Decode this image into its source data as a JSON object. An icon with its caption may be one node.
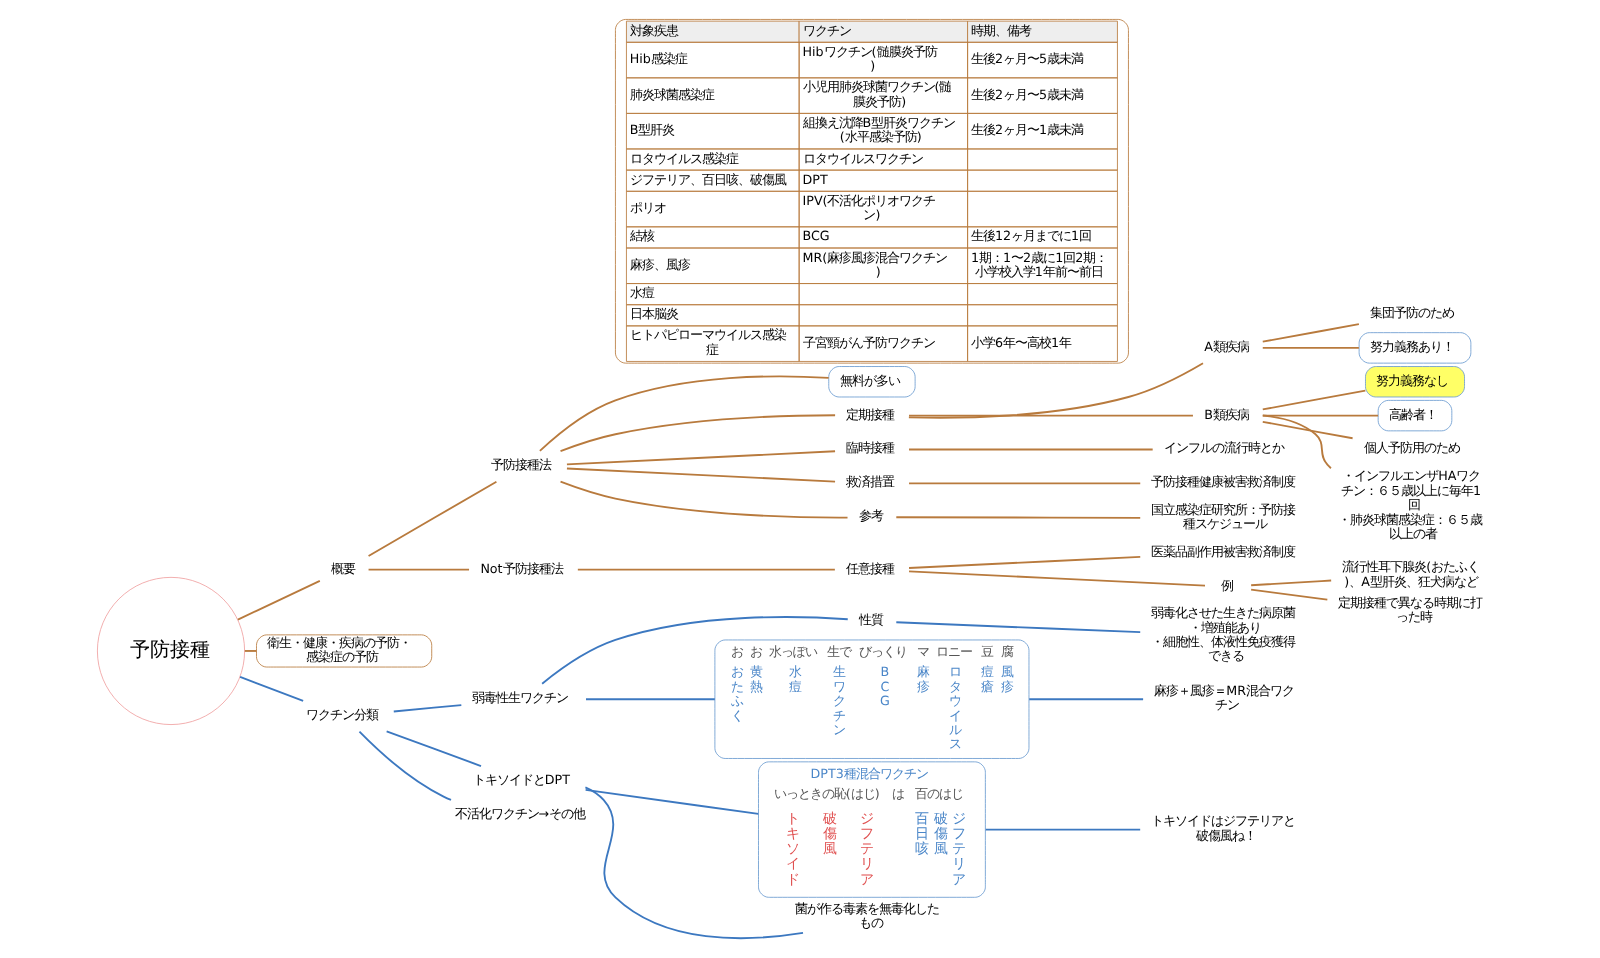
{
  "diagram": {
    "nodes": [
      {
        "text": [
          "予防接種"
        ]
      },
      {
        "text": [
          "概要"
        ]
      },
      {
        "text": [
          "予防接種法"
        ]
      },
      {
        "text": [
          "無料が多い"
        ]
      },
      {
        "text": [
          "定期接種"
        ]
      },
      {
        "text": [
          "A類疾病"
        ]
      },
      {
        "text": [
          "集団予防のため"
        ]
      },
      {
        "text": [
          "努力義務あり！"
        ]
      },
      {
        "text": [
          "B類疾病"
        ]
      },
      {
        "text": [
          "努力義務なし"
        ]
      },
      {
        "text": [
          "高齢者！"
        ]
      },
      {
        "text": [
          "個人予防用のため"
        ]
      },
      {
        "text": [
          "・インフルエンザHAワクチン：６５歳以上に毎年1回",
          "・肺炎球菌感染症：６５歳以上の者"
        ]
      },
      {
        "text": [
          "臨時接種"
        ]
      },
      {
        "text": [
          "インフルの流行時とか"
        ]
      },
      {
        "text": [
          "救済措置"
        ]
      },
      {
        "text": [
          "予防接種健康被害救済制度"
        ]
      },
      {
        "text": [
          "参考"
        ]
      },
      {
        "text": [
          "国立感染症研究所：予防接種スケジュール"
        ]
      },
      {
        "text": [
          "Not予防接種法"
        ]
      },
      {
        "text": [
          "任意接種"
        ]
      },
      {
        "text": [
          "医薬品副作用被害救済制度"
        ]
      },
      {
        "text": [
          "例"
        ]
      },
      {
        "text": [
          "流行性耳下腺炎(おたふく)、A型肝炎、狂犬病など"
        ]
      },
      {
        "text": [
          "定期接種で異なる時期に打った時"
        ]
      },
      {
        "text": [
          "衛生・健康・疾病の予防・感染症の予防"
        ]
      },
      {
        "text": [
          "ワクチン分類"
        ]
      },
      {
        "text": [
          "弱毒性生ワクチン"
        ]
      },
      {
        "text": [
          "性質"
        ]
      },
      {
        "text": [
          "弱毒化させた生きた病原菌",
          "・増殖能あり",
          "・細胞性、体液性免疫獲得できる"
        ]
      },
      {
        "text": [
          "お",
          "おたふく",
          "お",
          "黄熱",
          "水っぽい",
          "水痘",
          "生で",
          "生ワクチン",
          "びっくり",
          "BCG",
          "マ",
          "麻疹",
          "ロニー",
          "ロタウイルス",
          "豆",
          "痘瘡",
          "腐",
          "風疹"
        ]
      },
      {
        "text": [
          "麻疹＋風疹＝MR混合ワクチン"
        ]
      },
      {
        "text": [
          "トキソイドとDPT"
        ]
      },
      {
        "text": [
          "DPT3種混合ワクチン",
          "いっときの恥(はじ)",
          "トキソイド",
          "破傷風",
          "ジフテリア",
          "は",
          "百のはじ",
          "百日咳",
          "破傷風",
          "ジフテリア"
        ]
      },
      {
        "text": [
          "トキソイドはジフテリアと破傷風ね！"
        ]
      },
      {
        "text": [
          "菌が作る毒素を無毒化したもの"
        ]
      },
      {
        "text": [
          "不活化ワクチン→その他"
        ]
      }
    ],
    "edges": [
      {
        "from": 0,
        "to": 1,
        "arrow": "none"
      },
      {
        "from": 1,
        "to": 2,
        "arrow": "none"
      },
      {
        "from": 2,
        "to": 3,
        "arrow": "none"
      },
      {
        "from": 2,
        "to": 4,
        "arrow": "none"
      },
      {
        "from": 4,
        "to": 5,
        "arrow": "none"
      },
      {
        "from": 5,
        "to": 6,
        "arrow": "none"
      },
      {
        "from": 5,
        "to": 7,
        "arrow": "none"
      },
      {
        "from": 4,
        "to": 8,
        "arrow": "none"
      },
      {
        "from": 8,
        "to": 9,
        "arrow": "none"
      },
      {
        "from": 8,
        "to": 10,
        "arrow": "none"
      },
      {
        "from": 8,
        "to": 11,
        "arrow": "none"
      },
      {
        "from": 8,
        "to": 12,
        "arrow": "none"
      },
      {
        "from": 2,
        "to": 13,
        "arrow": "none"
      },
      {
        "from": 13,
        "to": 14,
        "arrow": "none"
      },
      {
        "from": 2,
        "to": 15,
        "arrow": "none"
      },
      {
        "from": 15,
        "to": 16,
        "arrow": "none"
      },
      {
        "from": 2,
        "to": 17,
        "arrow": "none"
      },
      {
        "from": 17,
        "to": 18,
        "arrow": "none"
      },
      {
        "from": 1,
        "to": 19,
        "arrow": "none"
      },
      {
        "from": 19,
        "to": 20,
        "arrow": "none"
      },
      {
        "from": 20,
        "to": 21,
        "arrow": "none"
      },
      {
        "from": 20,
        "to": 22,
        "arrow": "none"
      },
      {
        "from": 22,
        "to": 23,
        "arrow": "none"
      },
      {
        "from": 22,
        "to": 24,
        "arrow": "none"
      },
      {
        "from": 0,
        "to": 25,
        "arrow": "none"
      },
      {
        "from": 0,
        "to": 26,
        "arrow": "none",
        "color": "#3c78c0"
      },
      {
        "from": 26,
        "to": 27,
        "arrow": "none",
        "color": "#3c78c0"
      },
      {
        "from": 27,
        "to": 28,
        "arrow": "none",
        "color": "#3c78c0"
      },
      {
        "from": 28,
        "to": 29,
        "arrow": "none",
        "color": "#3c78c0"
      },
      {
        "from": 27,
        "to": 30,
        "arrow": "none",
        "color": "#3c78c0"
      },
      {
        "from": 30,
        "to": 31,
        "arrow": "none",
        "color": "#3c78c0"
      },
      {
        "from": 26,
        "to": 32,
        "arrow": "none",
        "color": "#3c78c0"
      },
      {
        "from": 32,
        "to": 33,
        "arrow": "none",
        "color": "#3c78c0"
      },
      {
        "from": 33,
        "to": 34,
        "arrow": "none",
        "color": "#3c78c0"
      },
      {
        "from": 32,
        "to": 35,
        "arrow": "none",
        "color": "#3c78c0"
      },
      {
        "from": 26,
        "to": 36,
        "arrow": "none",
        "color": "#3c78c0"
      }
    ],
    "labels": [
      "対象疾患",
      "ワクチン",
      "時期、備考",
      "Hib感染症",
      "Hibワクチン(髄膜炎予防)",
      "生後2ヶ月〜5歳未満",
      "肺炎球菌感染症",
      "小児用肺炎球菌ワクチン(髄膜炎予防)",
      "生後2ヶ月〜5歳未満",
      "B型肝炎",
      "組換え沈降B型肝炎ワクチン(水平感染予防)",
      "生後2ヶ月〜1歳未満",
      "ロタウイルス感染症",
      "ロタウイルスワクチン",
      "ジフテリア、百日咳、破傷風",
      "DPT",
      "ポリオ",
      "IPV(不活化ポリオワクチン)",
      "結核",
      "BCG",
      "生後12ヶ月までに1回",
      "麻疹、風疹",
      "MR(麻疹風疹混合ワクチン)",
      "1期：1〜2歳に1回2期：小学校入学1年前〜前日",
      "水痘",
      "日本脳炎",
      "ヒトパピローマウイルス感染症",
      "子宮頸がん予防ワクチン",
      "小学6年〜高校1年"
    ]
  }
}
